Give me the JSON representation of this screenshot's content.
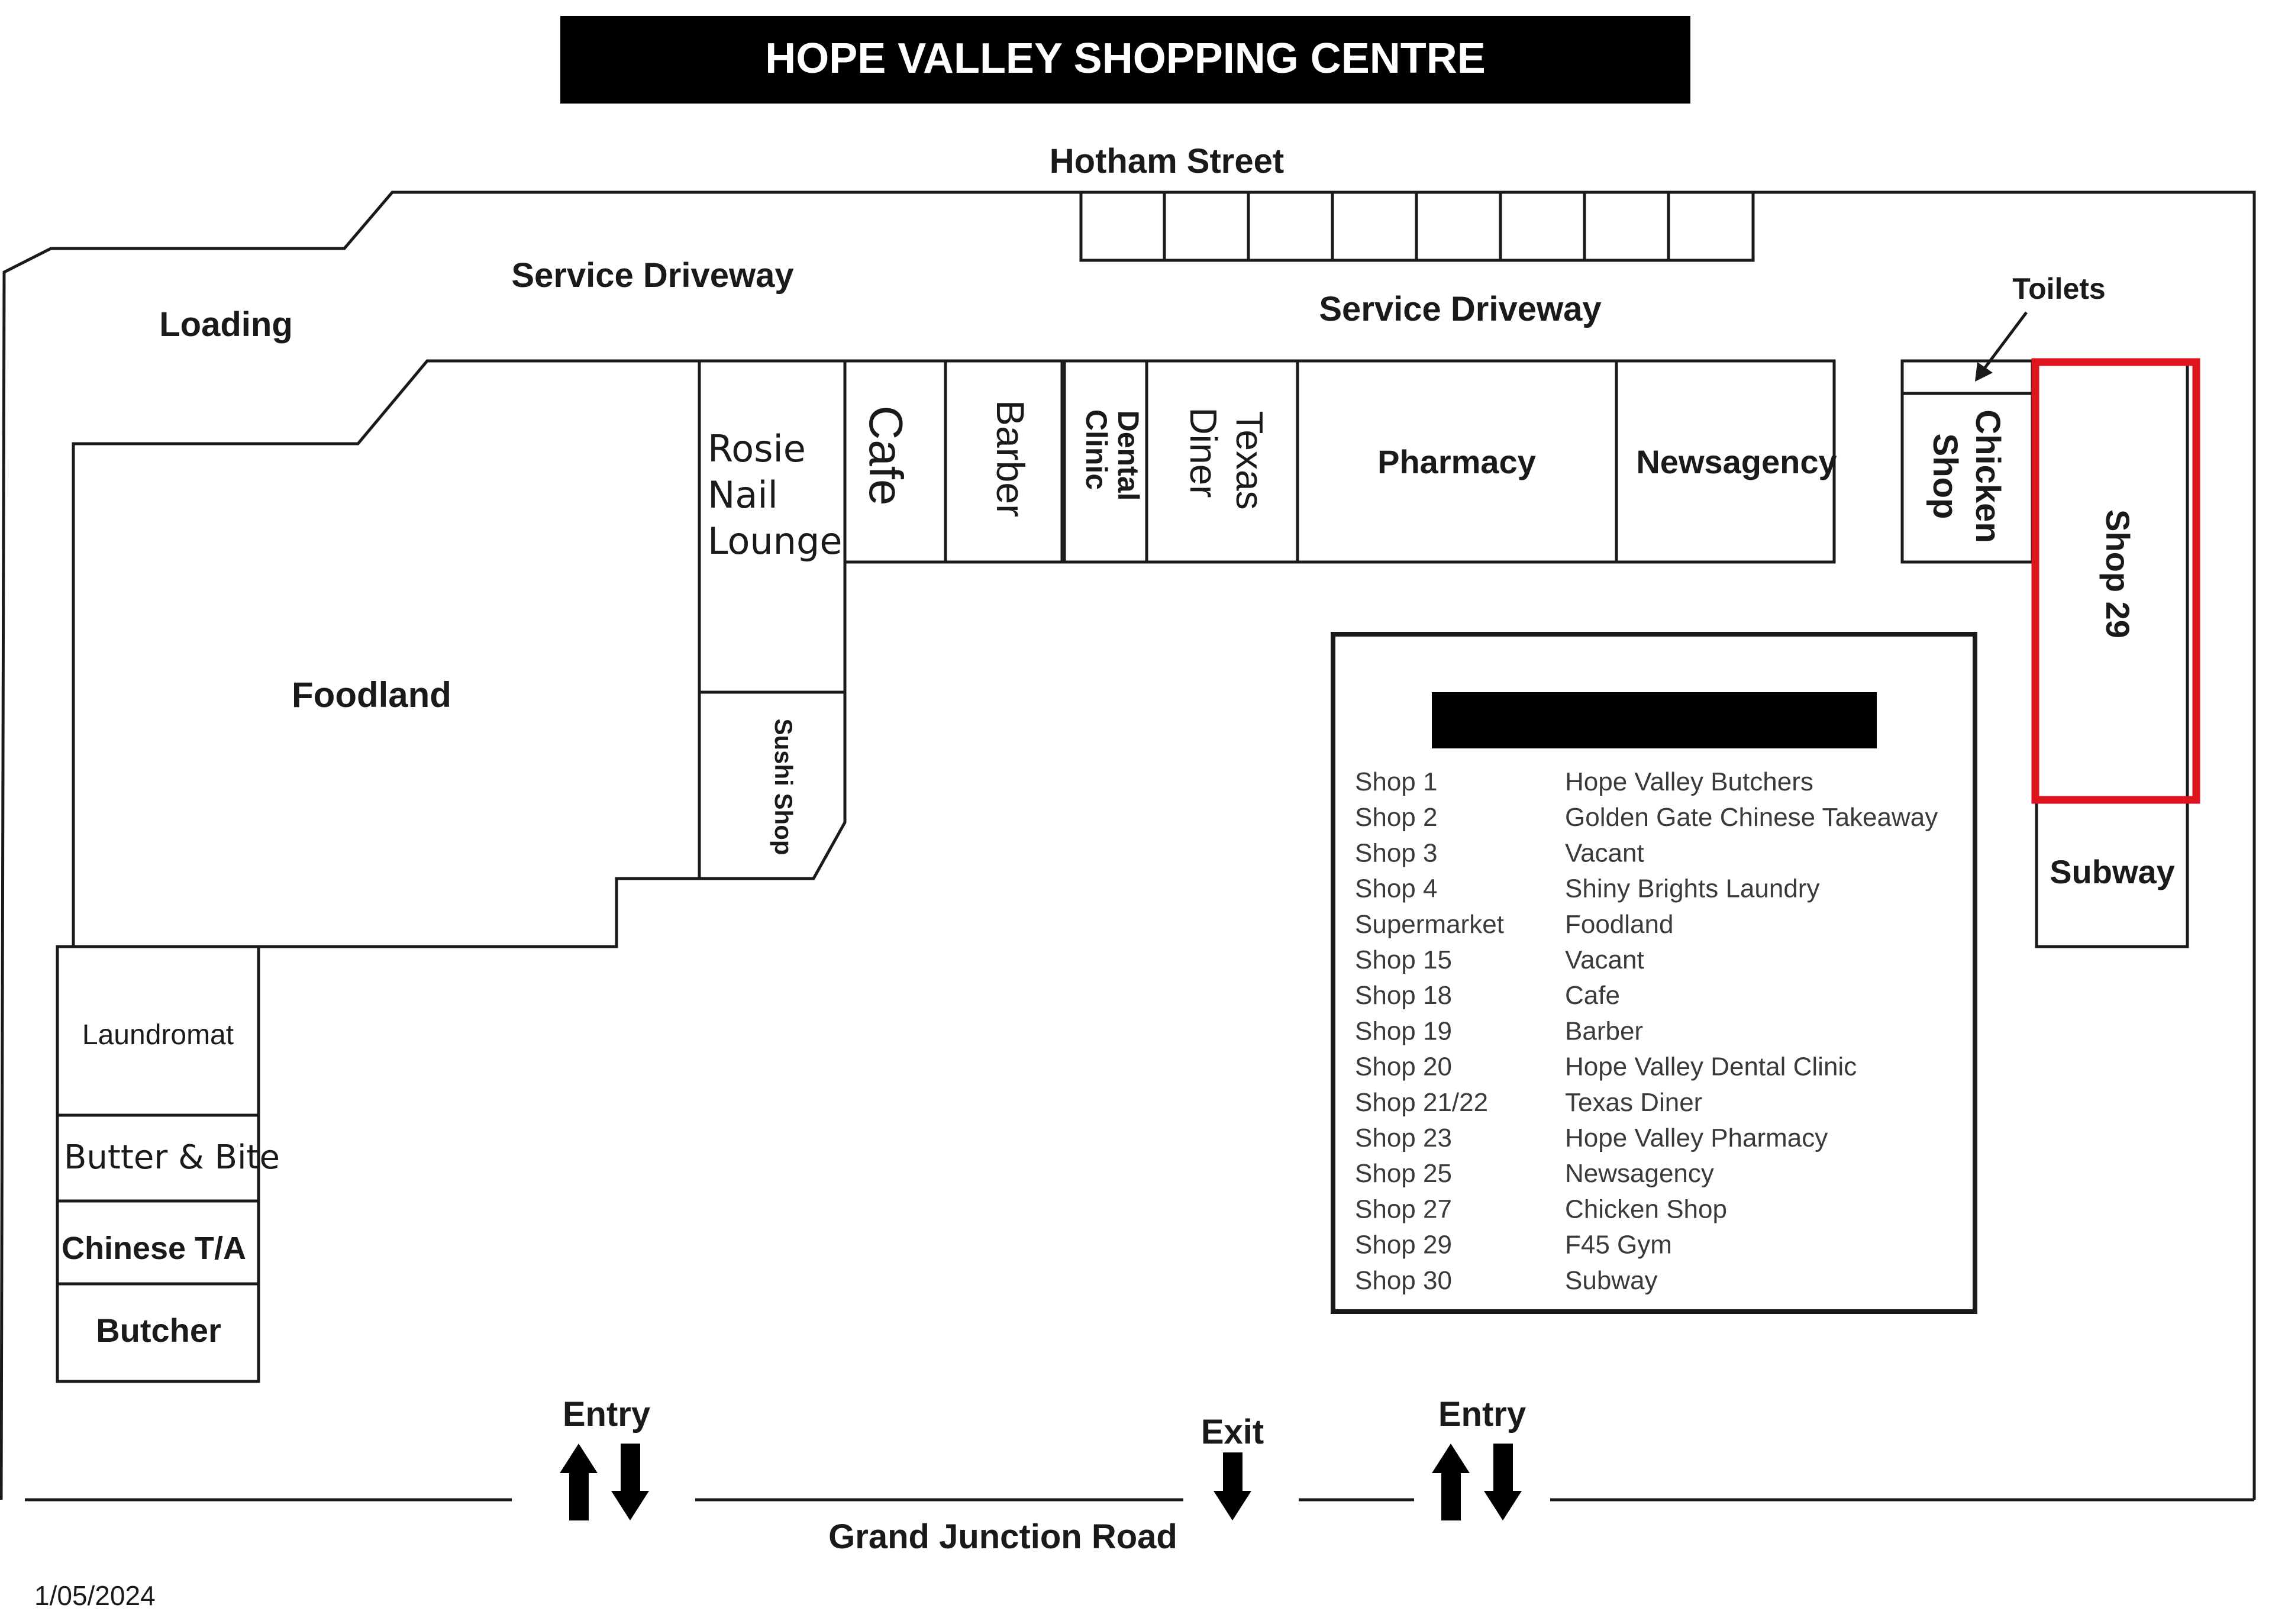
{
  "title": "HOPE VALLEY SHOPPING CENTRE",
  "streets": {
    "top": "Hotham Street",
    "bottom": "Grand Junction Road"
  },
  "areas": {
    "service_driveway_left": "Service Driveway",
    "service_driveway_right": "Service Driveway",
    "loading": "Loading",
    "toilets": "Toilets"
  },
  "shops": {
    "foodland": "Foodland",
    "rosie_line1": "Rosie",
    "rosie_line2": "Nail",
    "rosie_line3": "Lounge",
    "sushi": "Sushi Shop",
    "cafe": "Cafe",
    "barber": "Barber",
    "dental_line1": "Dental",
    "dental_line2": "Clinic",
    "texas_line1": "Texas",
    "texas_line2": "Diner",
    "pharmacy": "Pharmacy",
    "newsagency": "Newsagency",
    "chicken_line1": "Chicken",
    "chicken_line2": "Shop",
    "shop29": "Shop 29",
    "subway": "Subway",
    "laundromat": "Laundromat",
    "butter_bite": "Butter & Bite",
    "chinese": "Chinese T/A",
    "butcher": "Butcher"
  },
  "access": {
    "entry_left": "Entry",
    "exit": "Exit",
    "entry_right": "Entry"
  },
  "highlight_color": "#e0141e",
  "legend": {
    "rows": [
      {
        "shop": "Shop 1",
        "tenant": "Hope Valley Butchers"
      },
      {
        "shop": "Shop 2",
        "tenant": "Golden Gate Chinese Takeaway"
      },
      {
        "shop": "Shop 3",
        "tenant": "Vacant"
      },
      {
        "shop": "Shop 4",
        "tenant": "Shiny Brights Laundry"
      },
      {
        "shop": "Supermarket",
        "tenant": "Foodland"
      },
      {
        "shop": "Shop 15",
        "tenant": "Vacant"
      },
      {
        "shop": "Shop 18",
        "tenant": "Cafe"
      },
      {
        "shop": "Shop 19",
        "tenant": "Barber"
      },
      {
        "shop": "Shop 20",
        "tenant": "Hope Valley Dental Clinic"
      },
      {
        "shop": "Shop 21/22",
        "tenant": "Texas Diner"
      },
      {
        "shop": "Shop 23",
        "tenant": "Hope Valley Pharmacy"
      },
      {
        "shop": "Shop 25",
        "tenant": "Newsagency"
      },
      {
        "shop": "Shop 27",
        "tenant": "Chicken Shop"
      },
      {
        "shop": "Shop 29",
        "tenant": "F45 Gym"
      },
      {
        "shop": "Shop 30",
        "tenant": "Subway"
      }
    ]
  },
  "date": "1/05/2024"
}
